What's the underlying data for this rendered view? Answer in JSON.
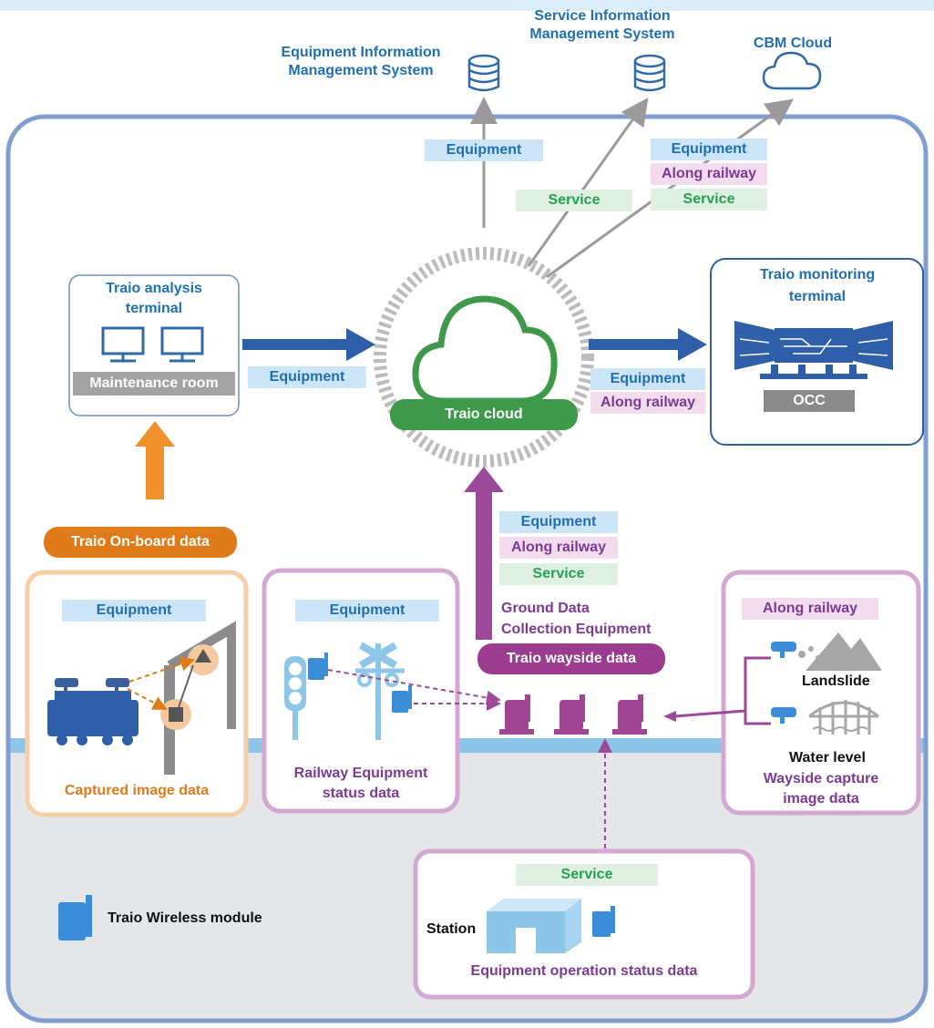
{
  "systems": {
    "equipment_info": "Equipment Information\nManagement System",
    "service_info": "Service Information\nManagement System",
    "cbm_cloud": "CBM Cloud"
  },
  "tags": {
    "equipment": "Equipment",
    "along_railway": "Along railway",
    "service": "Service"
  },
  "analysis_terminal": {
    "title": "Traio analysis\nterminal",
    "room": "Maintenance room"
  },
  "cloud": {
    "label": "Traio cloud"
  },
  "monitoring_terminal": {
    "title": "Traio monitoring\nterminal",
    "room": "OCC"
  },
  "onboard": {
    "label": "Traio On-board data",
    "caption": "Captured image data"
  },
  "railway_equipment": {
    "caption": "Railway Equipment\nstatus data"
  },
  "ground": {
    "title": "Ground Data\nCollection Equipment",
    "pill": "Traio wayside data"
  },
  "wayside": {
    "landslide": "Landslide",
    "water_level": "Water level",
    "caption": "Wayside capture\nimage data"
  },
  "station": {
    "label": "Station",
    "caption": "Equipment operation status data"
  },
  "legend": {
    "wireless_module": "Traio Wireless module"
  },
  "colors": {
    "blue": "#1f6fb4",
    "purple": "#7b3a93",
    "green": "#26a050",
    "orange": "#e07b1a",
    "equipment_tag": "#cde6f7",
    "along_railway_tag": "#f3dcee",
    "service_tag": "#dff0e3"
  }
}
